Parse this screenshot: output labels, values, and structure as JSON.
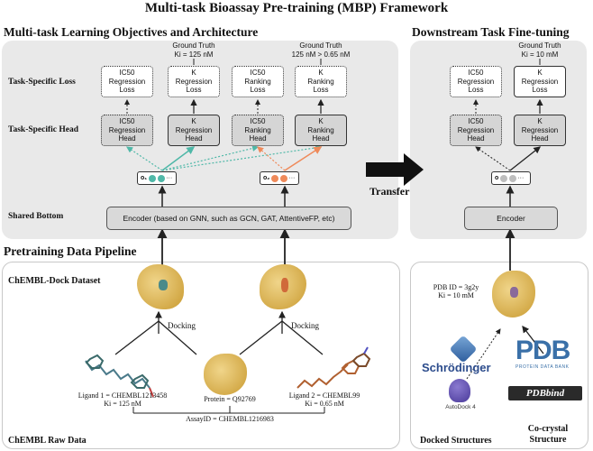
{
  "title": "Multi-task Bioassay Pre-training (MBP) Framework",
  "left_section": {
    "title": "Multi-task Learning Objectives and Architecture",
    "row_labels": {
      "loss": "Task-Specific Loss",
      "head": "Task-Specific Head",
      "bottom": "Shared Bottom"
    },
    "ground_truth": [
      {
        "line1": "Ground Truth",
        "line2": "Ki = 125 nM"
      },
      {
        "line1": "Ground Truth",
        "line2": "125 nM > 0.65 nM"
      }
    ],
    "losses": [
      {
        "l1": "IC50",
        "l2": "Regression",
        "l3": "Loss"
      },
      {
        "l1": "K",
        "l2": "Regression",
        "l3": "Loss"
      },
      {
        "l1": "IC50",
        "l2": "Ranking",
        "l3": "Loss"
      },
      {
        "l1": "K",
        "l2": "Ranking",
        "l3": "Loss"
      }
    ],
    "heads": [
      {
        "l1": "IC50",
        "l2": "Regression",
        "l3": "Head"
      },
      {
        "l1": "K",
        "l2": "Regression",
        "l3": "Head"
      },
      {
        "l1": "IC50",
        "l2": "Ranking",
        "l3": "Head"
      },
      {
        "l1": "K",
        "l2": "Ranking",
        "l3": "Head"
      }
    ],
    "embeddings": [
      {
        "symbol": "o₁",
        "ellipsis": "···"
      },
      {
        "symbol": "o₂",
        "ellipsis": "···"
      }
    ],
    "encoder": "Encoder (based on GNN, such as GCN, GAT, AttentiveFP, etc)"
  },
  "right_section": {
    "title": "Downstream Task Fine-tuning",
    "ground_truth": {
      "line1": "Ground Truth",
      "line2": "Ki = 10 mM"
    },
    "losses": [
      {
        "l1": "IC50",
        "l2": "Regression",
        "l3": "Loss"
      },
      {
        "l1": "K",
        "l2": "Regression",
        "l3": "Loss"
      }
    ],
    "heads": [
      {
        "l1": "IC50",
        "l2": "Regression",
        "l3": "Head"
      },
      {
        "l1": "K",
        "l2": "Regression",
        "l3": "Head"
      }
    ],
    "embedding": {
      "symbol": "o",
      "ellipsis": "···"
    },
    "encoder": "Encoder"
  },
  "transfer_label": "Transfer",
  "pipeline": {
    "title": "Pretraining Data Pipeline",
    "dock_dataset_label": "ChEMBL-Dock Dataset",
    "docking_left": "Docking",
    "docking_right": "Docking",
    "ligand1": {
      "line1": "Ligand 1 = CHEMBL1213458",
      "line2": "Ki = 125 nM"
    },
    "protein": "Protein = Q92769",
    "ligand2": {
      "line1": "Ligand 2 = CHEMBL99",
      "line2": "Ki = 0.65 nM"
    },
    "assay": "AssayID = CHEMBL1216983",
    "raw_data_label": "ChEMBL Raw Data"
  },
  "right_bottom": {
    "pdb_line1": "PDB ID = 3g2y",
    "pdb_line2": "Ki = 10 mM",
    "schrodinger": "Schrödinger",
    "autodock": "AutoDock 4",
    "pdb_logo": "PDB",
    "pdb_sub": "PROTEIN DATA BANK",
    "pdbbind": "PDBbind",
    "docked_label": "Docked Structures",
    "cocrystal_line1": "Co-crystal",
    "cocrystal_line2": "Structure"
  },
  "colors": {
    "teal": "#4fb8a8",
    "orange": "#ef8a5a",
    "panel": "#e9e9e9",
    "protein": "#d9b24f"
  }
}
